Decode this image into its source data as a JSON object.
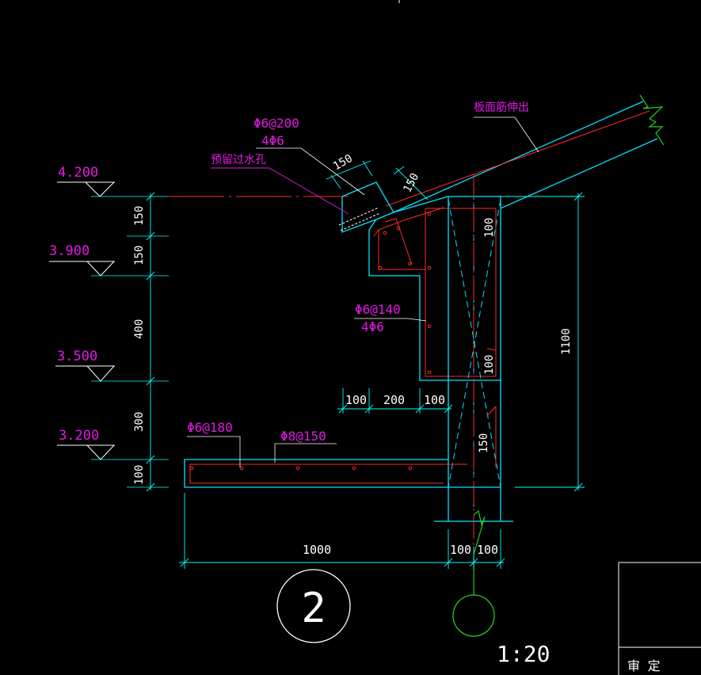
{
  "colors": {
    "background": "#000000",
    "concrete_outline": "#00e5ff",
    "rebar_red": "#ff2a2a",
    "annotation_magenta": "#e21ae2",
    "dimension_cyan": "#00ffff",
    "text_white": "#ffffff",
    "green_axis": "#22cc22"
  },
  "levels": [
    "4.200",
    "3.900",
    "3.500",
    "3.200"
  ],
  "left_dims": [
    "150",
    "150",
    "400",
    "300",
    "100"
  ],
  "right_dim": "1100",
  "bottom_dims": [
    "1000",
    "100",
    "100"
  ],
  "mid_dims": [
    "100",
    "200",
    "100"
  ],
  "slope_dims": [
    "150",
    "150"
  ],
  "inner_dims": [
    "100",
    "100",
    "150"
  ],
  "annotations": {
    "rebar_top_1": "Φ6@200",
    "rebar_top_2": "4Φ6",
    "drain_hole": "预留过水孔",
    "slab_bars": "板面筋伸出",
    "rebar_mid_1": "Φ6@140",
    "rebar_mid_2": "4Φ6",
    "slab_bottom_1": "Φ6@180",
    "slab_bottom_2": "Φ8@150"
  },
  "detail_number": "2",
  "scale": "1:20",
  "title_block_label": "审 定"
}
